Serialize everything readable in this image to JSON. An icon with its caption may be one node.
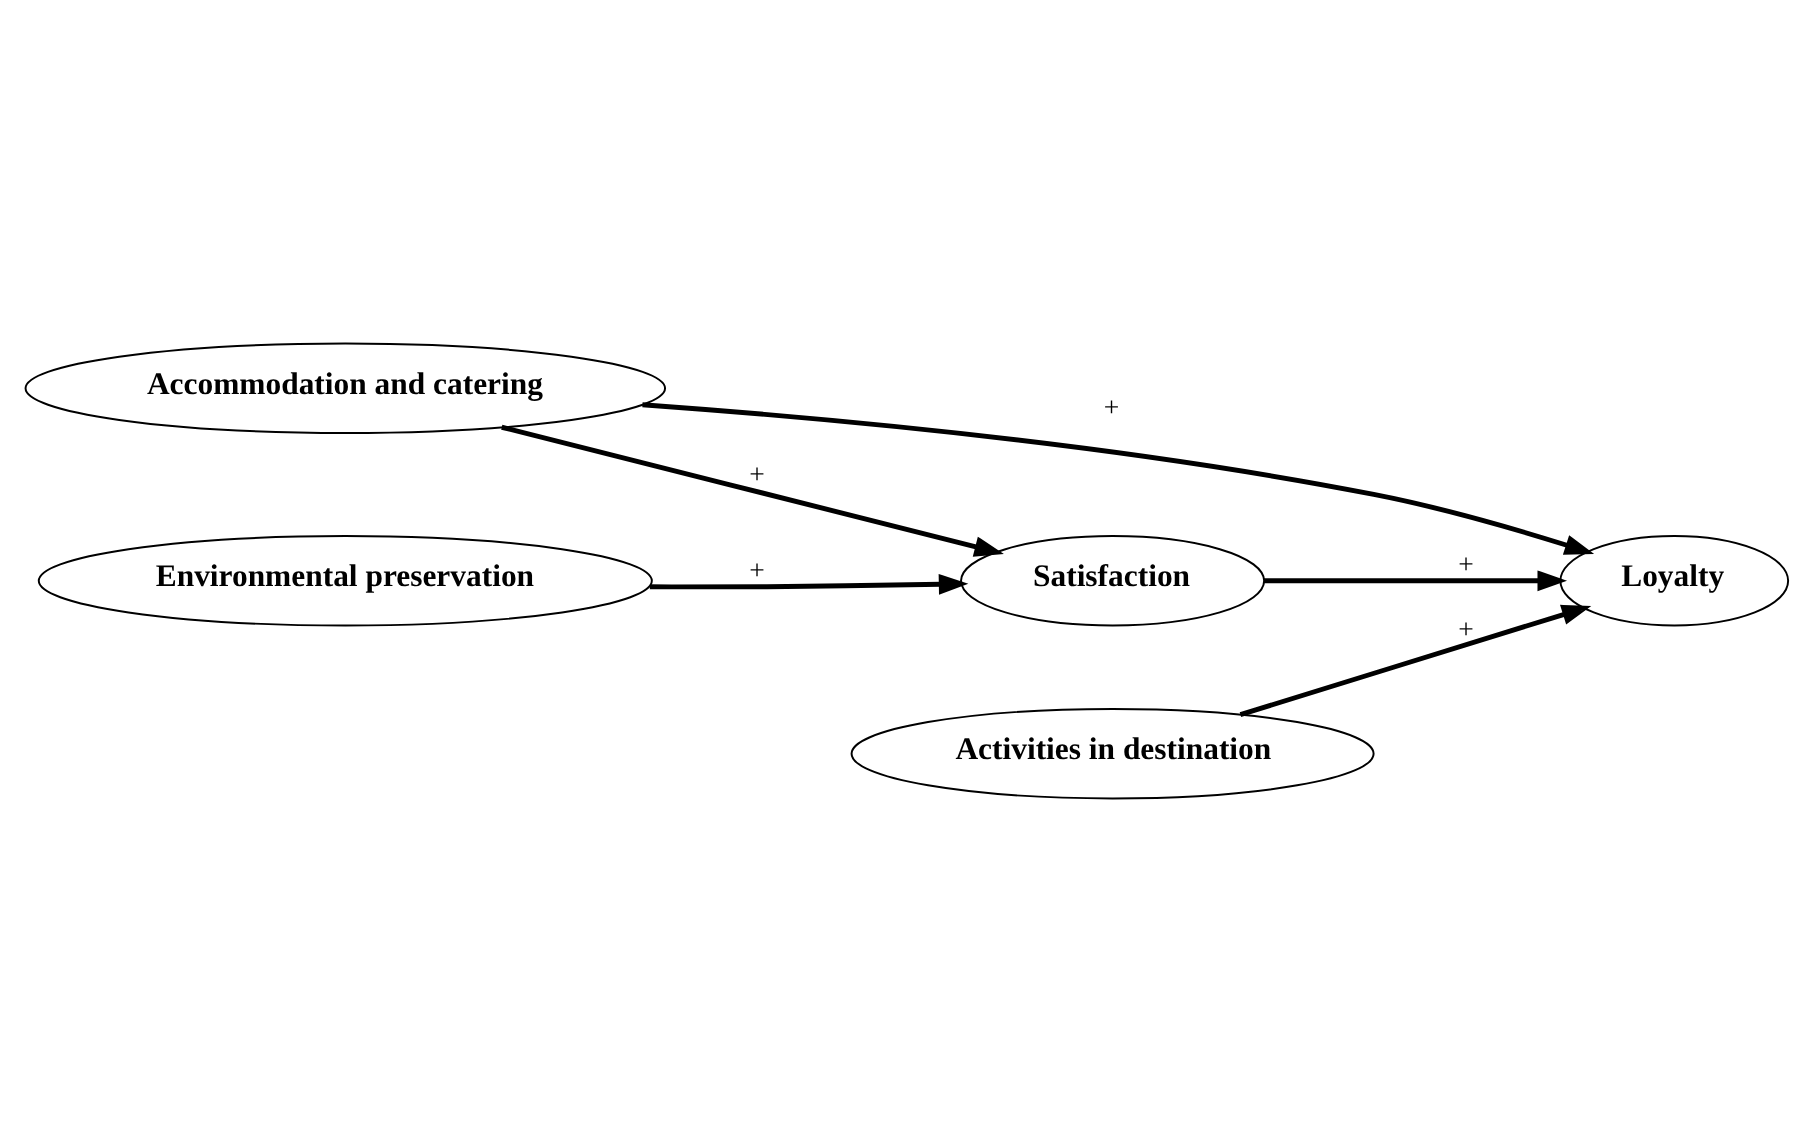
{
  "diagram": {
    "nodes": [
      {
        "text": [
          "Accommodation and catering"
        ]
      },
      {
        "text": [
          "Activities in destination"
        ]
      },
      {
        "text": [
          "Satisfaction"
        ]
      },
      {
        "text": [
          "Loyalty"
        ]
      },
      {
        "text": [
          "Environmental preservation"
        ]
      }
    ],
    "edges": [
      {
        "from": 0,
        "to": 2,
        "arrow": "to",
        "label": "+"
      },
      {
        "from": 0,
        "to": 3,
        "arrow": "to",
        "label": "+"
      },
      {
        "from": 1,
        "to": 3,
        "arrow": "to",
        "label": "+"
      },
      {
        "from": 2,
        "to": 3,
        "arrow": "to",
        "label": "+"
      },
      {
        "from": 4,
        "to": 2,
        "arrow": "to",
        "label": "+"
      }
    ]
  }
}
